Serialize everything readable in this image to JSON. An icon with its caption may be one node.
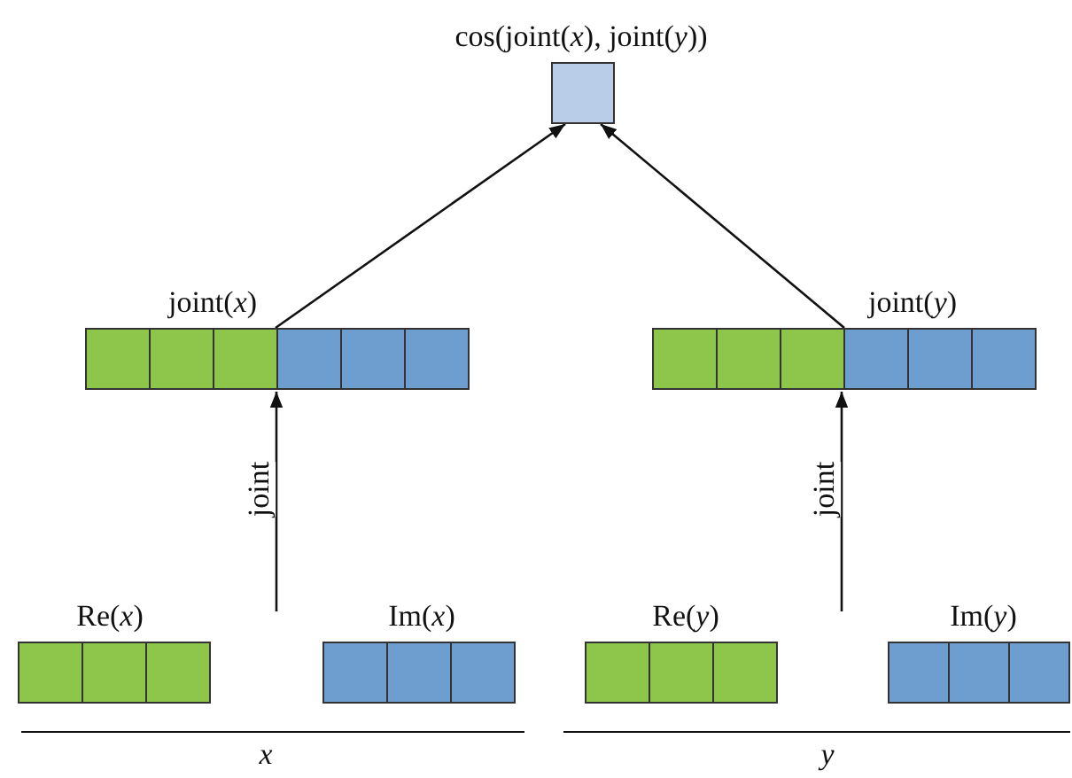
{
  "diagram": {
    "nodes": [
      {
        "text": [
          "cos(joint(*x*), joint(*y*))"
        ]
      },
      {
        "text": [
          "joint(*x*)"
        ]
      },
      {
        "text": [
          "joint(*y*)"
        ]
      },
      {
        "text": [
          "Re(*x*)"
        ]
      },
      {
        "text": [
          "Im(*x*)"
        ]
      },
      {
        "text": [
          "Re(*y*)"
        ]
      },
      {
        "text": [
          "Im(*y*)"
        ]
      }
    ],
    "edges": [
      {
        "from": 1,
        "to": 0,
        "arrow": "to"
      },
      {
        "from": 2,
        "to": 0,
        "arrow": "to"
      },
      {
        "from": null,
        "to": 1,
        "arrow": "to",
        "label": "joint"
      },
      {
        "from": null,
        "to": 2,
        "arrow": "to",
        "label": "joint"
      }
    ],
    "labels": [
      "*x*",
      "*y*"
    ]
  }
}
